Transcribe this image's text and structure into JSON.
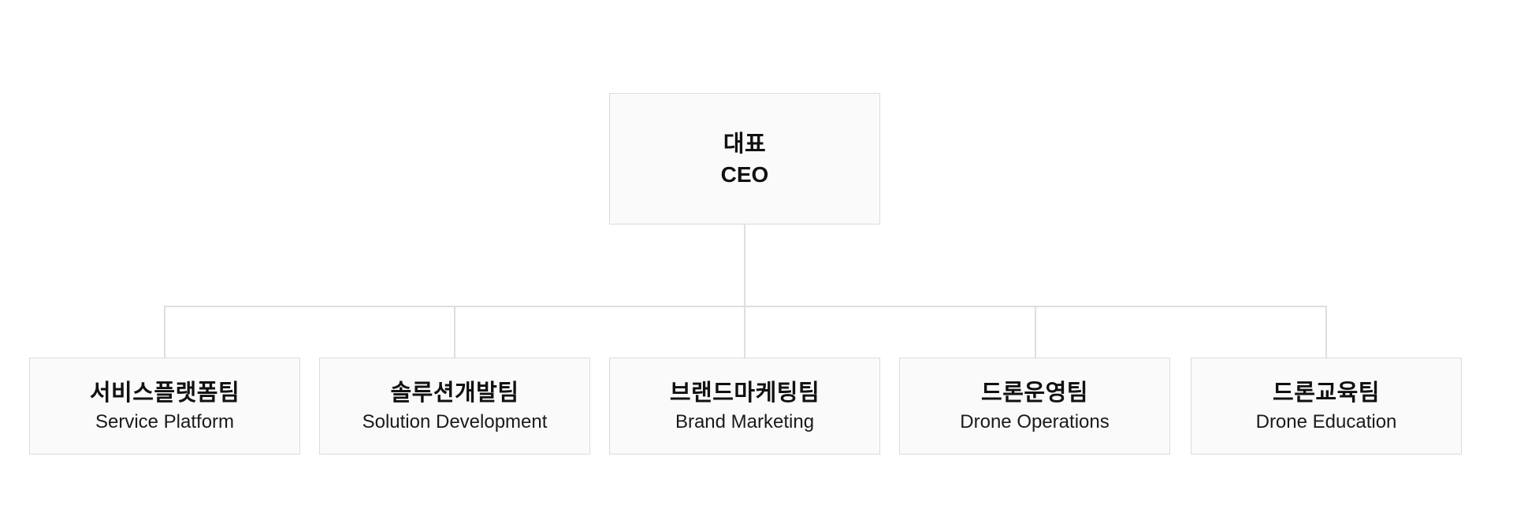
{
  "org_chart": {
    "type": "org-chart",
    "root": {
      "ko": "대표",
      "en": "CEO"
    },
    "teams": [
      {
        "ko": "서비스플랫폼팀",
        "en": "Service Platform"
      },
      {
        "ko": "솔루션개발팀",
        "en": "Solution Development"
      },
      {
        "ko": "브랜드마케팅팀",
        "en": "Brand Marketing"
      },
      {
        "ko": "드론운영팀",
        "en": "Drone Operations"
      },
      {
        "ko": "드론교육팀",
        "en": "Drone Education"
      }
    ],
    "colors": {
      "background": "#ffffff",
      "box_fill": "#fafafa",
      "box_border": "#dcdcdc",
      "connector_line": "#dedede",
      "text": "#111111"
    }
  }
}
